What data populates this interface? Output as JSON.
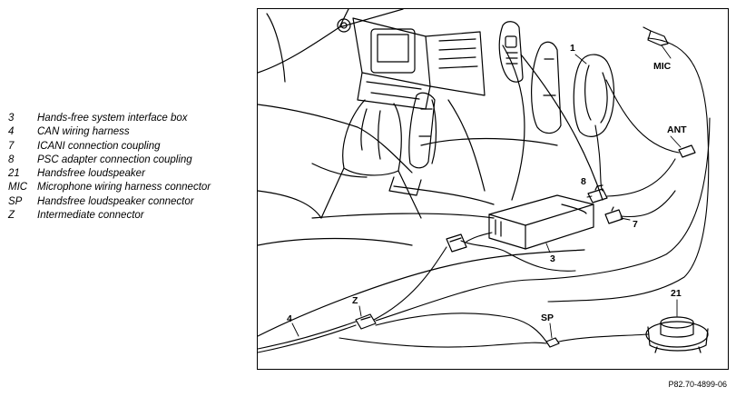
{
  "legend": [
    {
      "key": "3",
      "desc": "Hands-free system interface box"
    },
    {
      "key": "4",
      "desc": "CAN wiring harness"
    },
    {
      "key": "7",
      "desc": "ICANI connection coupling"
    },
    {
      "key": "8",
      "desc": "PSC adapter connection coupling"
    },
    {
      "key": "21",
      "desc": "Handsfree loudspeaker"
    },
    {
      "key": "MIC",
      "desc": "Microphone wiring harness connector"
    },
    {
      "key": "SP",
      "desc": "Handsfree loudspeaker connector"
    },
    {
      "key": "Z",
      "desc": "Intermediate connector"
    }
  ],
  "callouts": {
    "c1": "1",
    "mic": "MIC",
    "ant": "ANT",
    "c8": "8",
    "c7": "7",
    "c3": "3",
    "c21": "21",
    "z": "Z",
    "sp": "SP",
    "c4": "4"
  },
  "figure_ref": "P82.70-4899-06"
}
